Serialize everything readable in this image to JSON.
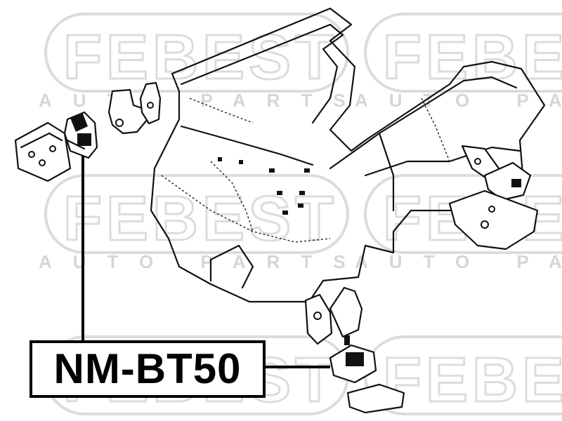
{
  "watermark": {
    "brand": "FEBEST",
    "tagline": "AUTO PARTS",
    "color": "#dcdcdc"
  },
  "part_label": {
    "text": "NM-BT50",
    "border_color": "#000000"
  },
  "diagram": {
    "highlighted_parts": [
      "engine-mount-front-left",
      "engine-mount-rear"
    ]
  }
}
